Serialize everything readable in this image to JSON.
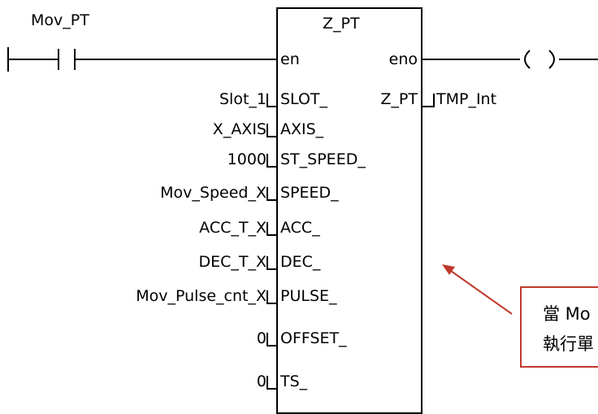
{
  "rung": {
    "contact_label": "Mov_PT",
    "coil_symbol": "( )"
  },
  "block": {
    "title": "Z_PT",
    "en": "en",
    "eno": "eno",
    "output_pin": "Z_PT",
    "output_var": "TMP_Int",
    "inputs": [
      {
        "var": "Slot_1",
        "pin": "SLOT_"
      },
      {
        "var": "X_AXIS",
        "pin": "AXIS_"
      },
      {
        "var": "1000",
        "pin": "ST_SPEED_"
      },
      {
        "var": "Mov_Speed_X",
        "pin": "SPEED_"
      },
      {
        "var": "ACC_T_X",
        "pin": "ACC_"
      },
      {
        "var": "DEC_T_X",
        "pin": "DEC_"
      },
      {
        "var": "Mov_Pulse_cnt_X",
        "pin": "PULSE_"
      },
      {
        "var": "0",
        "pin": "OFFSET_"
      },
      {
        "var": "0",
        "pin": "TS_"
      }
    ]
  },
  "annotation": {
    "line1": "當 Mo",
    "line2": "執行單"
  },
  "colors": {
    "annotation": "#c0392b",
    "wire": "#000000"
  }
}
